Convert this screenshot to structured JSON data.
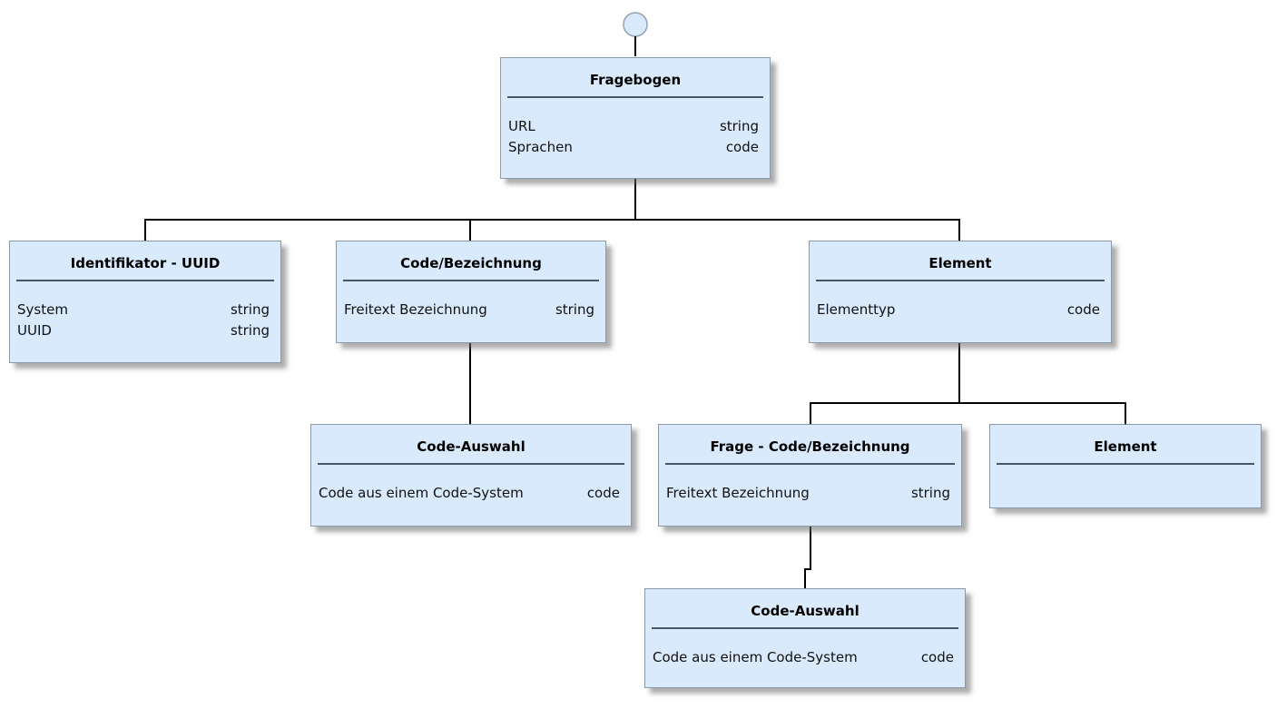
{
  "diagram": {
    "title": "Fragebogen class tree diagram",
    "root_anchor": "circle",
    "colors": {
      "node_fill": "#d9eafc",
      "node_border": "#8b98a5",
      "separator": "#46566a",
      "connector": "#000000",
      "shadow": "rgba(105,105,105,0.55)"
    },
    "nodes": {
      "fragebogen": {
        "title": "Fragebogen",
        "attrs": [
          {
            "name": "URL",
            "type": "string"
          },
          {
            "name": "Sprachen",
            "type": "code"
          }
        ]
      },
      "identifikator": {
        "title": "Identifikator - UUID",
        "attrs": [
          {
            "name": "System",
            "type": "string"
          },
          {
            "name": "UUID",
            "type": "string"
          }
        ]
      },
      "code_bezeichnung": {
        "title": "Code/Bezeichnung",
        "attrs": [
          {
            "name": "Freitext Bezeichnung",
            "type": "string"
          }
        ]
      },
      "element": {
        "title": "Element",
        "attrs": [
          {
            "name": "Elementtyp",
            "type": "code"
          }
        ]
      },
      "code_auswahl_1": {
        "title": "Code-Auswahl",
        "attrs": [
          {
            "name": "Code aus einem Code-System",
            "type": "code"
          }
        ]
      },
      "frage_code_bezeichnung": {
        "title": "Frage - Code/Bezeichnung",
        "attrs": [
          {
            "name": "Freitext Bezeichnung",
            "type": "string"
          }
        ]
      },
      "element_child": {
        "title": "Element",
        "attrs": []
      },
      "code_auswahl_2": {
        "title": "Code-Auswahl",
        "attrs": [
          {
            "name": "Code aus einem Code-System",
            "type": "code"
          }
        ]
      }
    }
  }
}
